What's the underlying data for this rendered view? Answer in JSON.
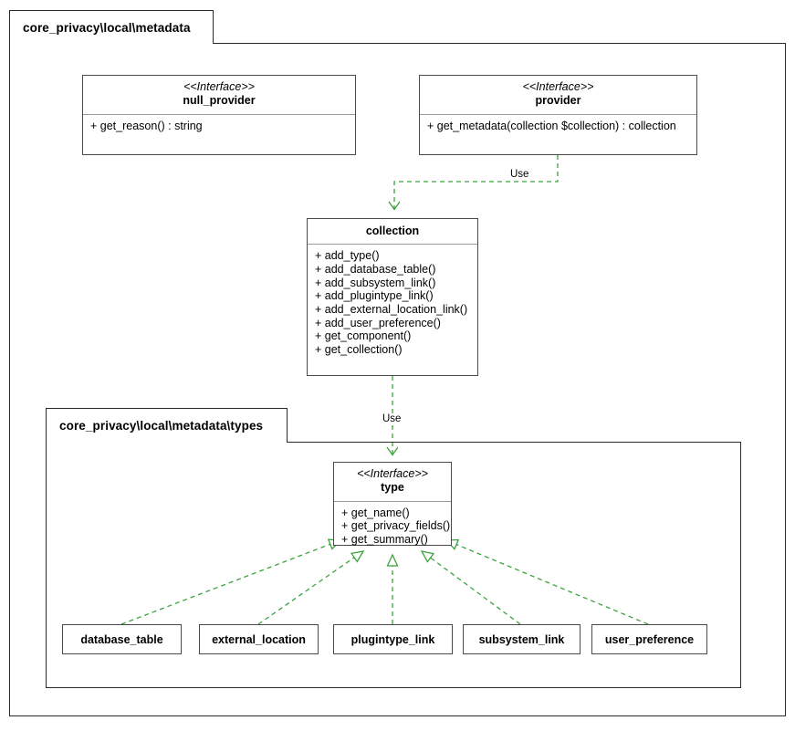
{
  "diagram": {
    "type": "uml-class-diagram",
    "accent_green": "#3ca33c",
    "line_color": "#4a4a4a"
  },
  "outer_package": {
    "label": "core_privacy\\local\\metadata"
  },
  "inner_package": {
    "label": "core_privacy\\local\\metadata\\types"
  },
  "classes": {
    "null_provider": {
      "stereotype": "<<Interface>>",
      "name": "null_provider",
      "members": [
        "+ get_reason() : string"
      ]
    },
    "provider": {
      "stereotype": "<<Interface>>",
      "name": "provider",
      "members": [
        "+ get_metadata(collection $collection) : collection"
      ]
    },
    "collection": {
      "stereotype": "",
      "name": "collection",
      "members": [
        "+ add_type()",
        "+ add_database_table()",
        "+ add_subsystem_link()",
        "+ add_plugintype_link()",
        "+ add_external_location_link()",
        "+ add_user_preference()",
        "+ get_component()",
        "+ get_collection()"
      ]
    },
    "type": {
      "stereotype": "<<Interface>>",
      "name": "type",
      "members": [
        "+ get_name()",
        "+ get_privacy_fields()",
        "+ get_summary()"
      ]
    },
    "database_table": {
      "name": "database_table"
    },
    "external_location": {
      "name": "external_location"
    },
    "plugintype_link": {
      "name": "plugintype_link"
    },
    "subsystem_link": {
      "name": "subsystem_link"
    },
    "user_preference": {
      "name": "user_preference"
    }
  },
  "relations": {
    "provider_to_collection": {
      "label": "Use",
      "kind": "dependency"
    },
    "collection_to_type": {
      "label": "Use",
      "kind": "dependency"
    },
    "realizations": [
      {
        "from": "database_table",
        "to": "type"
      },
      {
        "from": "external_location",
        "to": "type"
      },
      {
        "from": "plugintype_link",
        "to": "type"
      },
      {
        "from": "subsystem_link",
        "to": "type"
      },
      {
        "from": "user_preference",
        "to": "type"
      }
    ]
  }
}
